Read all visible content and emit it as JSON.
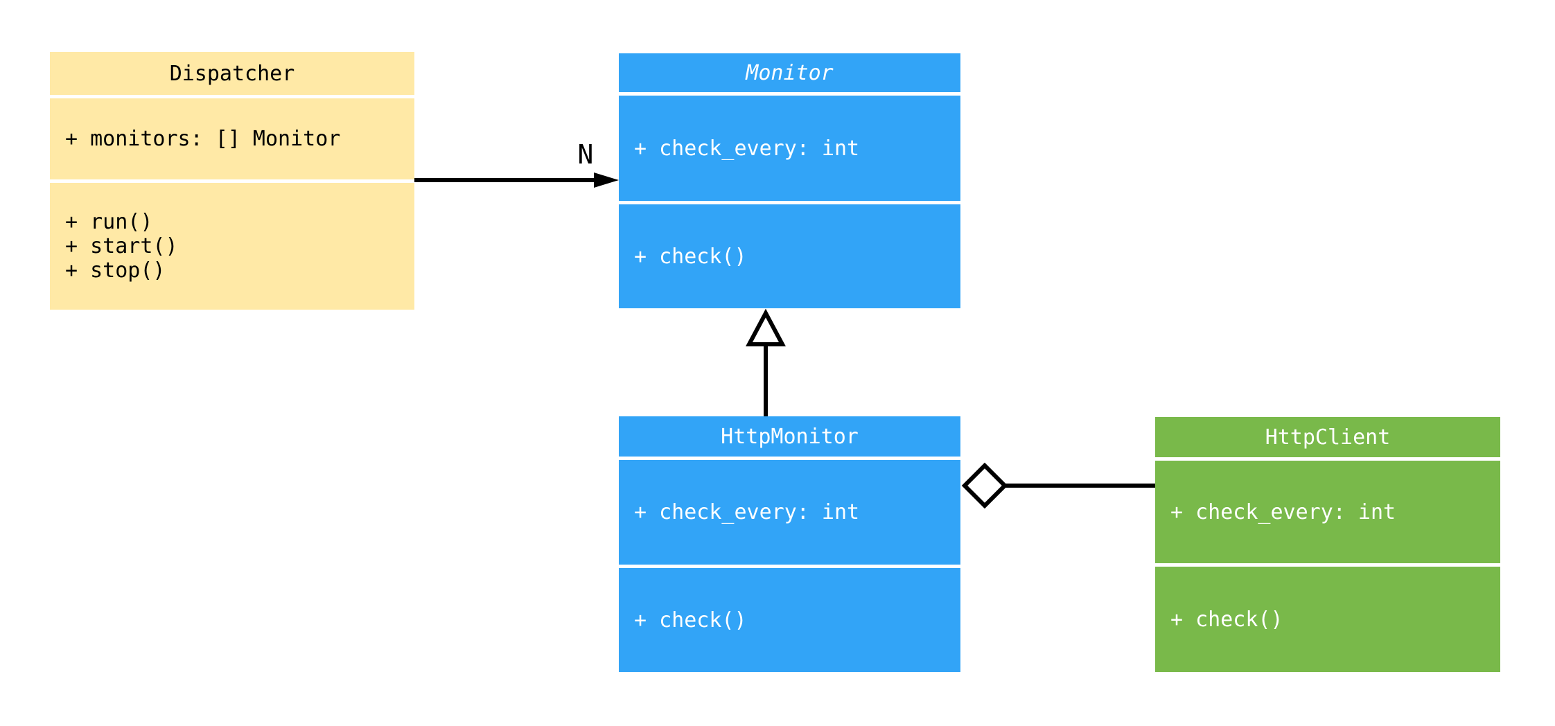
{
  "diagram": {
    "type": "uml-class-diagram",
    "background_color": "#FFFFFF",
    "connector_color": "#000000",
    "separator_color": "#FFFFFF",
    "classes": {
      "dispatcher": {
        "title": "Dispatcher",
        "abstract": false,
        "fill": "#FFE9A6",
        "text_color": "#000000",
        "attributes": [
          "+ monitors: [] Monitor"
        ],
        "methods": [
          "+ run()",
          "+ start()",
          "+ stop()"
        ]
      },
      "monitor": {
        "title": "Monitor",
        "abstract": true,
        "fill": "#32A4F7",
        "text_color": "#FFFFFF",
        "attributes": [
          "+ check_every: int"
        ],
        "methods": [
          "+ check()"
        ]
      },
      "http_monitor": {
        "title": "HttpMonitor",
        "abstract": false,
        "fill": "#32A4F7",
        "text_color": "#FFFFFF",
        "attributes": [
          "+ check_every: int"
        ],
        "methods": [
          "+ check()"
        ]
      },
      "http_client": {
        "title": "HttpClient",
        "abstract": false,
        "fill": "#79B94A",
        "text_color": "#FFFFFF",
        "attributes": [
          "+ check_every: int"
        ],
        "methods": [
          "+ check()"
        ]
      }
    },
    "relations": {
      "dispatcher_to_monitor": {
        "type": "directed-association",
        "from": "Dispatcher",
        "to": "Monitor",
        "label": "N"
      },
      "http_monitor_to_monitor": {
        "type": "inheritance",
        "from": "HttpMonitor",
        "to": "Monitor",
        "label": ""
      },
      "http_monitor_to_http_client": {
        "type": "aggregation",
        "from": "HttpMonitor",
        "to": "HttpClient",
        "label": ""
      }
    }
  }
}
